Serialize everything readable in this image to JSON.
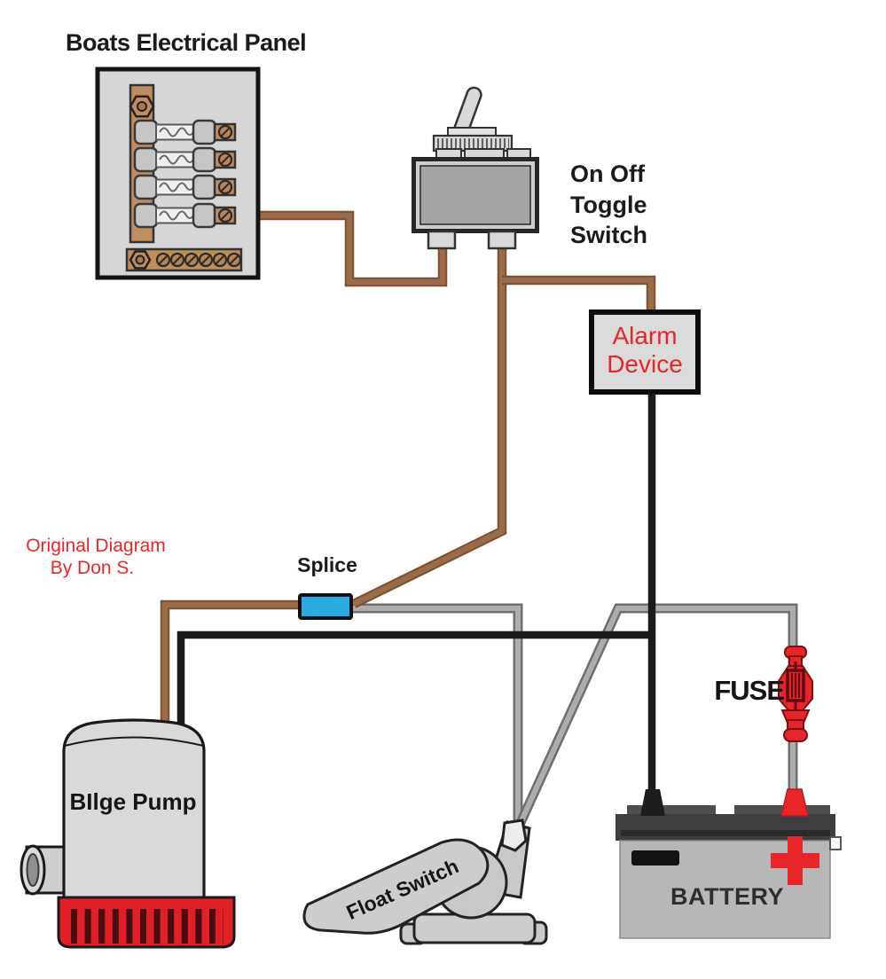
{
  "diagram": {
    "title": "Boats Electrical Panel",
    "credit": {
      "line1": "Original Diagram",
      "line2": "By Don S."
    },
    "labels": {
      "toggle1": "On Off",
      "toggle2": "Toggle",
      "toggle3": "Switch",
      "alarm1": "Alarm",
      "alarm2": "Device",
      "splice": "Splice",
      "fuse": "FUSE",
      "battery": "BATTERY",
      "bilge_pump": "BIlge Pump",
      "float_switch": "Float Switch"
    },
    "colors": {
      "wire_brown": "#9C6B47",
      "wire_black": "#1B1B1B",
      "wire_gray": "#ADADAD",
      "splice_blue": "#29ABE2",
      "accent_red": "#E8262A",
      "device_red": "#E01F26",
      "panel_tan": "#C08D5E",
      "device_gray": "#D9D9D9"
    }
  }
}
